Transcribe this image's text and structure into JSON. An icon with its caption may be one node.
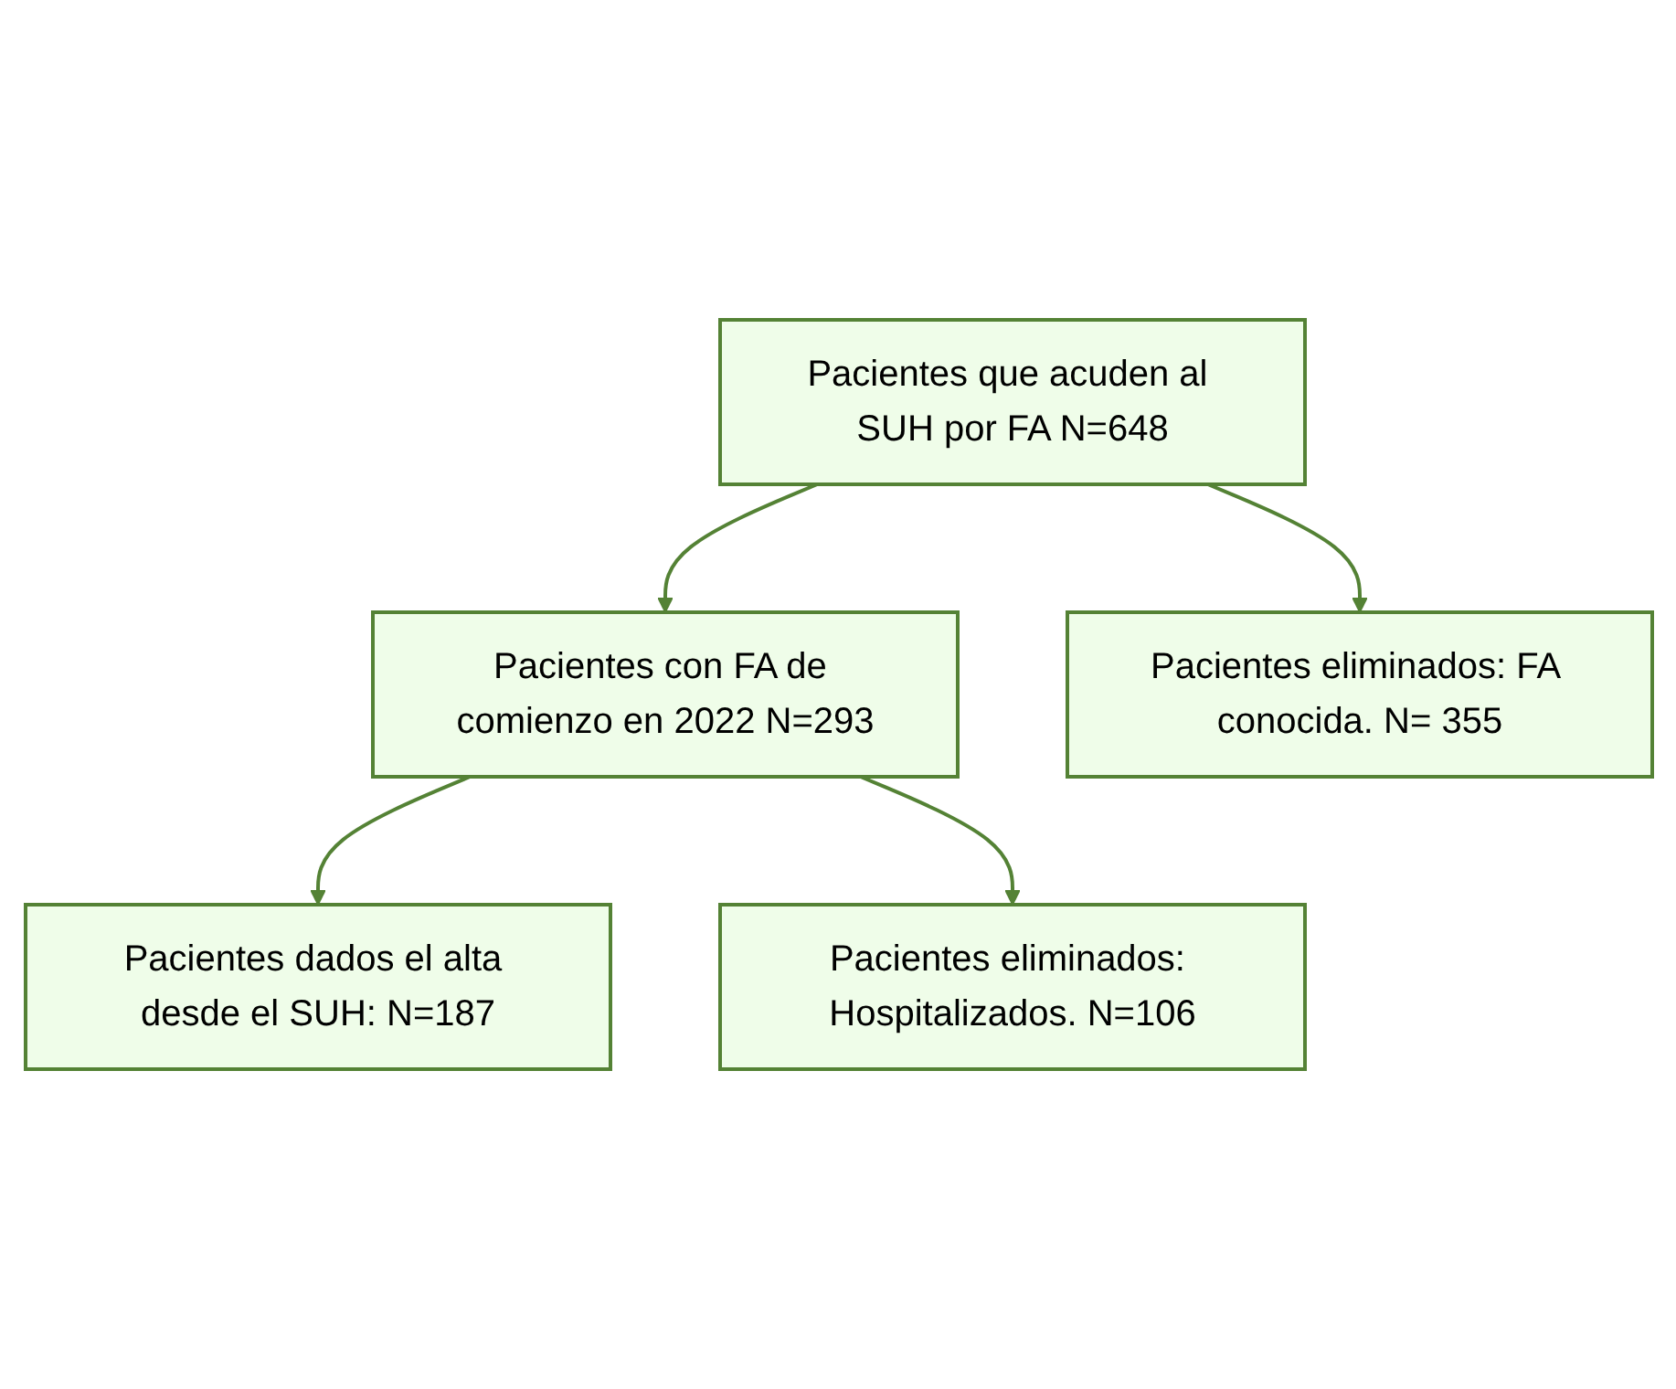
{
  "diagram": {
    "nodes": [
      {
        "text": [
          "Pacientes que acuden al SUH por FA N=648"
        ]
      },
      {
        "text": [
          "Pacientes eliminados: FA conocida. N= 355"
        ]
      },
      {
        "text": [
          "Pacientes con FA de comienzo en 2022 N=293"
        ]
      },
      {
        "text": [
          "Pacientes eliminados: Hospitalizados. N=106"
        ]
      },
      {
        "text": [
          "Pacientes dados el alta desde el SUH: N=187"
        ]
      }
    ],
    "edges": [
      {
        "from": 0,
        "to": 2,
        "arrow": "to"
      },
      {
        "from": 0,
        "to": 1,
        "arrow": "to"
      },
      {
        "from": 2,
        "to": 4,
        "arrow": "to"
      },
      {
        "from": 2,
        "to": 3,
        "arrow": "to"
      }
    ]
  }
}
